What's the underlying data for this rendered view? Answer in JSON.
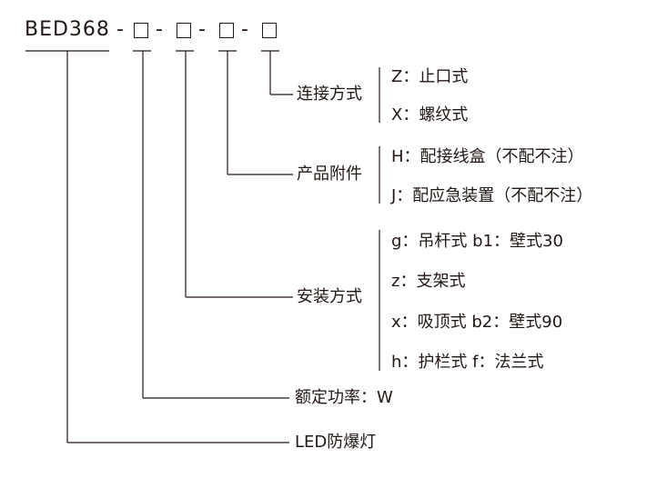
{
  "model": {
    "prefix": "BED368",
    "separator": "-"
  },
  "groups": [
    {
      "label": "连接方式",
      "options": [
        "Z：止口式",
        "X：螺纹式"
      ]
    },
    {
      "label": "产品附件",
      "options": [
        "H：配接线盒（不配不注）",
        "J：配应急装置（不配不注）"
      ]
    },
    {
      "label": "安装方式",
      "options": [
        "g：吊杆式 b1：壁式30",
        "z：支架式",
        "x：吸顶式 b2：壁式90",
        "h：护栏式 f：法兰式"
      ]
    },
    {
      "label": "额定功率：W",
      "options": []
    },
    {
      "label": "LED防爆灯",
      "options": []
    }
  ]
}
